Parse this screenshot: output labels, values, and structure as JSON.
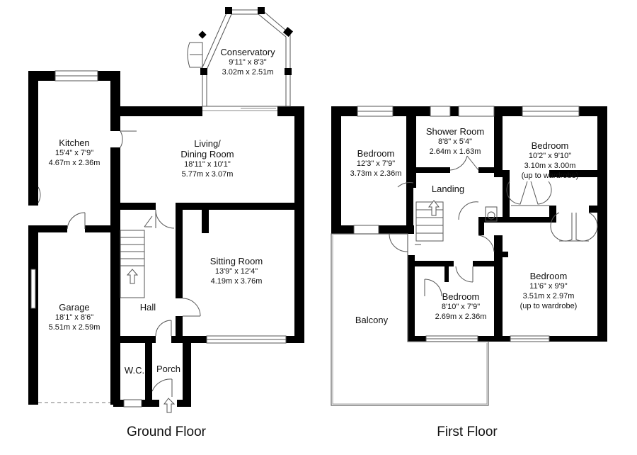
{
  "floors": {
    "ground": {
      "label": "Ground Floor",
      "rooms": {
        "conservatory": {
          "name": "Conservatory",
          "imperial": "9'11\" x 8'3\"",
          "metric": "3.02m x 2.51m"
        },
        "kitchen": {
          "name": "Kitchen",
          "imperial": "15'4\" x 7'9\"",
          "metric": "4.67m x 2.36m"
        },
        "living": {
          "name1": "Living/",
          "name2": "Dining Room",
          "imperial": "18'11\" x 10'1\"",
          "metric": "5.77m x 3.07m"
        },
        "sitting": {
          "name": "Sitting Room",
          "imperial": "13'9\" x 12'4\"",
          "metric": "4.19m x 3.76m"
        },
        "garage": {
          "name": "Garage",
          "imperial": "18'1\" x 8'6\"",
          "metric": "5.51m x 2.59m"
        },
        "hall": {
          "name": "Hall"
        },
        "wc": {
          "name": "W.C."
        },
        "porch": {
          "name": "Porch"
        }
      }
    },
    "first": {
      "label": "First Floor",
      "rooms": {
        "bedroom1": {
          "name": "Bedroom",
          "imperial": "12'3\" x 7'9\"",
          "metric": "3.73m x 2.36m"
        },
        "shower": {
          "name": "Shower Room",
          "imperial": "8'8\" x 5'4\"",
          "metric": "2.64m x 1.63m"
        },
        "bedroom2": {
          "name": "Bedroom",
          "imperial": "10'2\" x 9'10\"",
          "metric": "3.10m x 3.00m",
          "note": "(up to wardrobe)"
        },
        "landing": {
          "name": "Landing"
        },
        "bedroom3": {
          "name": "Bedroom",
          "imperial": "11'6\" x 9'9\"",
          "metric": "3.51m x 2.97m",
          "note": "(up to wardrobe)"
        },
        "bedroom4": {
          "name": "Bedroom",
          "imperial": "8'10\" x 7'9\"",
          "metric": "2.69m x 2.36m"
        },
        "balcony": {
          "name": "Balcony"
        }
      }
    }
  },
  "colors": {
    "wall": "#000000",
    "window": "#9a9a9a",
    "line": "#555555"
  }
}
